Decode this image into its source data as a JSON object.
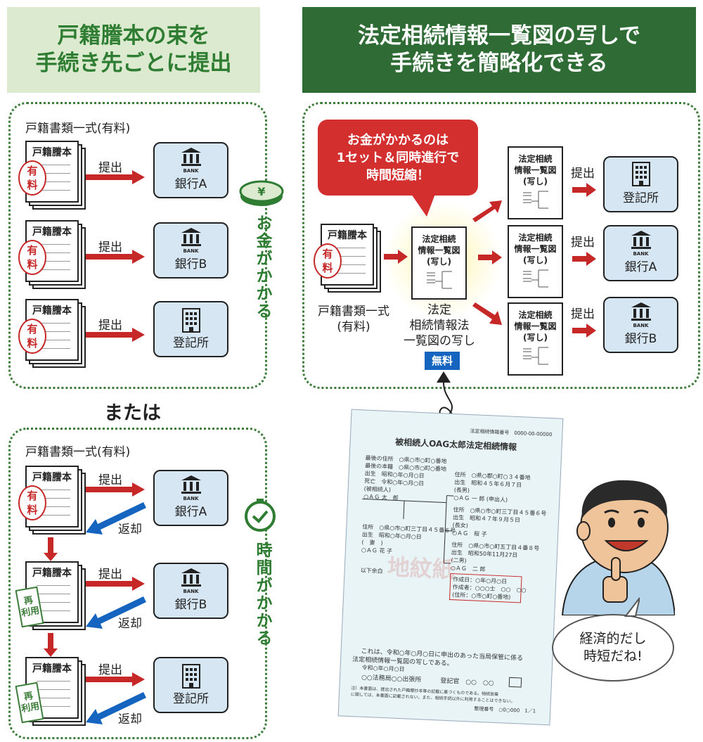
{
  "left_header": {
    "line1": "戸籍謄本の束を",
    "line2": "手続き先ごとに提出"
  },
  "right_header": {
    "line1": "法定相続情報一覧図の写しで",
    "line2": "手続きを簡略化できる"
  },
  "top_left_panel": {
    "label": "戸籍書類一式(有料)",
    "doc_title": "戸籍謄本",
    "seal_line1": "有",
    "seal_line2": "料",
    "action_label": "提出",
    "bank_logo_text": "BANK",
    "targets": [
      "銀行A",
      "銀行B",
      "登記所"
    ],
    "side_note": "お金がかかる"
  },
  "or_label": "または",
  "bottom_left_panel": {
    "label": "戸籍書類一式(有料)",
    "doc_title": "戸籍謄本",
    "seal_line1": "有",
    "seal_line2": "料",
    "reuse_line1": "再",
    "reuse_line2": "利用",
    "submit_label": "提出",
    "return_label": "返却",
    "bank_logo_text": "BANK",
    "targets": [
      "銀行A",
      "銀行B",
      "登記所"
    ],
    "side_note": "時間がかかる"
  },
  "right_panel": {
    "callout_line1": "お金がかかるのは",
    "callout_line2": "1セット＆同時進行で",
    "callout_line3": "時間短縮！",
    "doc_title": "戸籍謄本",
    "seal_line1": "有",
    "seal_line2": "料",
    "doc_caption_line1": "戸籍書類一式",
    "doc_caption_line2": "(有料)",
    "overview_doc_line1": "法定相続",
    "overview_doc_line2": "情報一覧図",
    "overview_doc_line3": "(写し)",
    "center_caption_line1": "法定",
    "center_caption_line2": "相続情報法",
    "center_caption_line3": "一覧図の写し",
    "free_badge": "無料",
    "action_label": "提出",
    "bank_logo_text": "BANK",
    "targets": [
      "登記所",
      "銀行A",
      "銀行B"
    ]
  },
  "certificate": {
    "serial_label": "法定相続情報番号",
    "serial": "0000-00-00000",
    "title": "被相続人OAG太郎法定相続情報",
    "rows_left": [
      "最後の住所　○県○市○町○番地",
      "最後の本籍　○県○市○町○番地",
      "出生　昭和○年○月○日",
      "死亡　令和○年○月○日",
      "(被相続人)",
      "○ＡＧ 太　郎"
    ],
    "rows_right": [
      "住所　○県○郡○町○３４番地",
      "出生　昭和４５年６月７日",
      "(長男)",
      "○ＡＧ 一 郎 (申出人)",
      "住所　○県○市○町三丁目４５番６号",
      "出生　昭和４７年９月５日",
      "(長女)",
      "○ＡＧ　桜 子",
      "住所　○県○市○町五丁目４番８号",
      "出生　昭和50年11月27日",
      "(二男)",
      "○ＡＧ　二 郎"
    ],
    "spouse_rows": [
      "住所　○県○市○町三丁目４５番６号",
      "出生　昭和○年○月○日",
      "(　妻　)",
      "○ＡＧ 花 子"
    ],
    "blank_note": "以下余白",
    "watermark": "地紋紙",
    "made_rows": [
      "作成日：○年○月○日",
      "作成者：○○○士　○○　○○",
      "(住所：○市○町○番地)"
    ],
    "footer_lines": [
      "これは、令和○年○月○日に申出のあった当局保管に係る",
      "法定相続情報一覧図の写しである。",
      "令和○年○月○日",
      "○○法務局○○出張所　　　登記官　○○　○○"
    ],
    "fine_print": [
      "注）本書面は、提出された戸籍謄抄本等の記載に基づくものである。相続放棄",
      "に関しては、本書面に記載されない。また、相続手続以外に利用することはできない。"
    ],
    "page_info": "整理番号　○0○000　1／1"
  },
  "speech": {
    "line1": "経済的だし",
    "line2": "時短だね!"
  },
  "colors": {
    "green": "#2e7d32",
    "dark_green": "#2e6b35",
    "light_green": "#dcebd0",
    "red_arrow": "#c62828",
    "blue_arrow": "#1565c0",
    "bank_fill": "#d6e6f2"
  }
}
